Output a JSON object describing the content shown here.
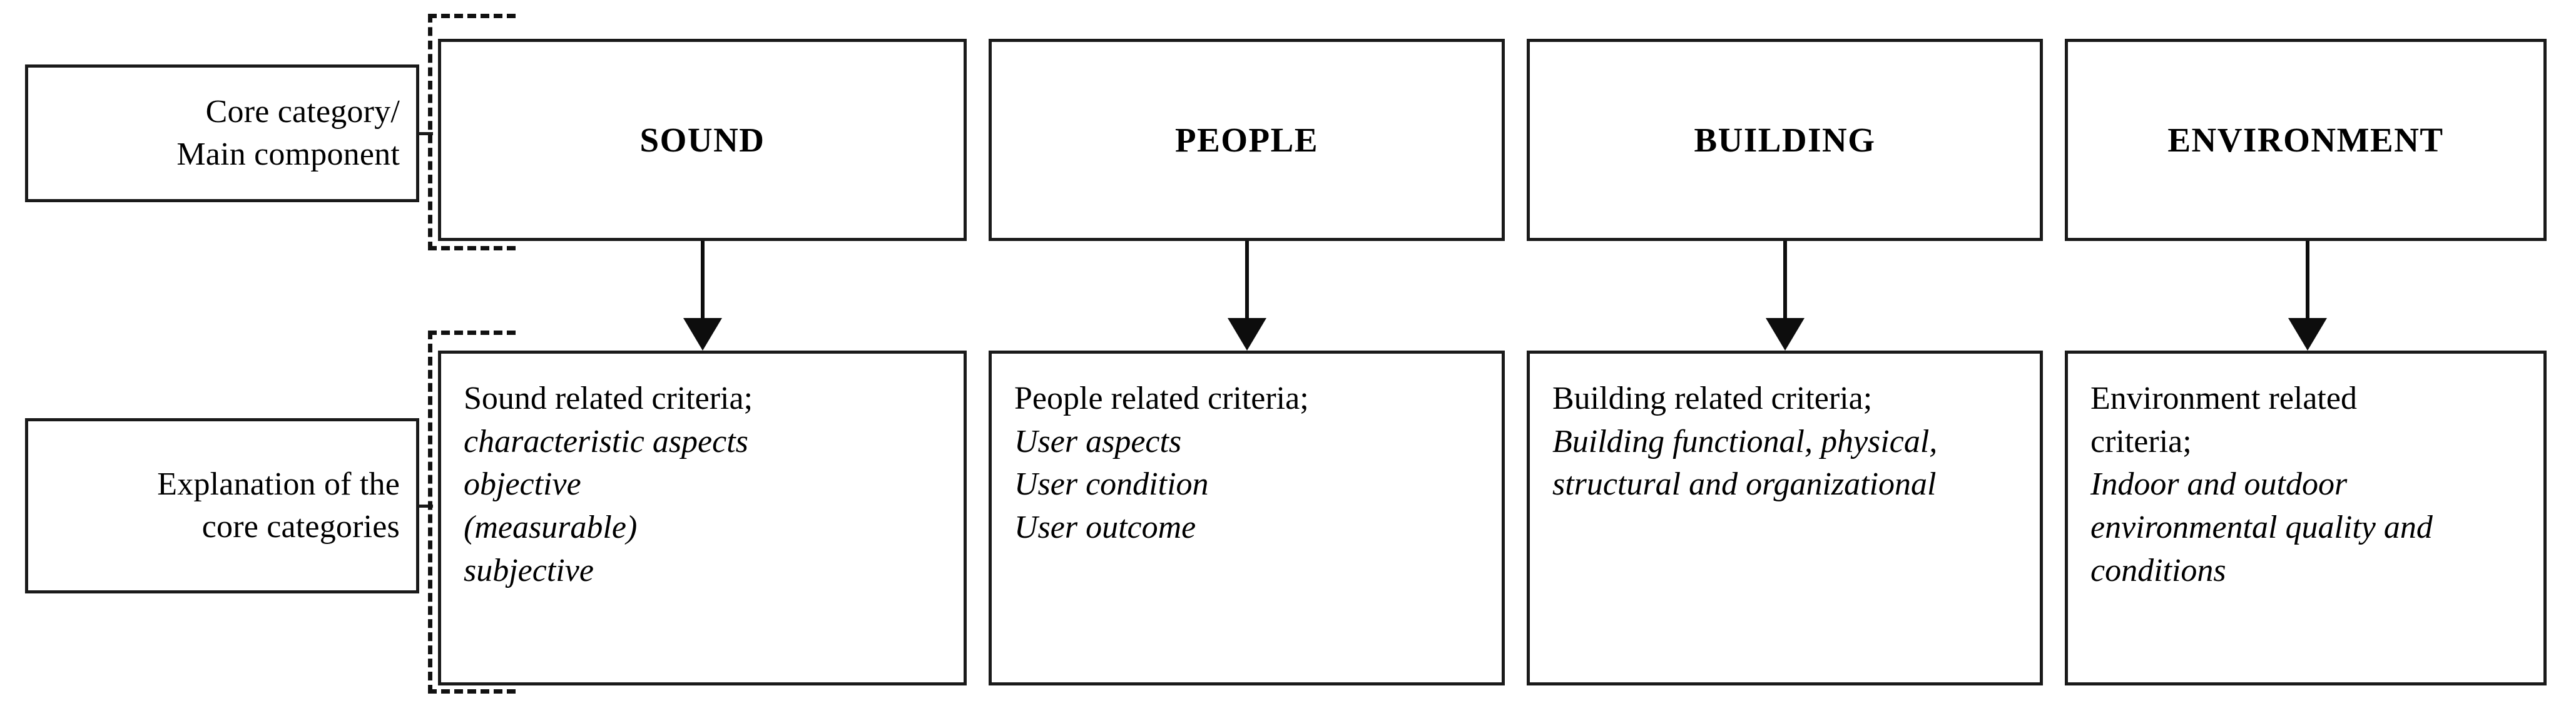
{
  "diagram": {
    "row_labels": [
      {
        "id": "core-category",
        "text": "Core category/\nMain component"
      },
      {
        "id": "explanation",
        "text": "Explanation of the\ncore categories"
      }
    ],
    "columns": [
      {
        "id": "sound",
        "title": "SOUND",
        "lead": "Sound related criteria;",
        "italic_lines": [
          "characteristic aspects",
          "objective",
          "(measurable)",
          "subjective"
        ]
      },
      {
        "id": "people",
        "title": "PEOPLE",
        "lead": "People related criteria;",
        "italic_lines": [
          "User aspects",
          "User condition",
          "User outcome"
        ]
      },
      {
        "id": "building",
        "title": "BUILDING",
        "lead": "Building related criteria;",
        "italic_lines": [
          "Building functional, physical, structural and organizational"
        ]
      },
      {
        "id": "environment",
        "title": "ENVIRONMENT",
        "lead": "Environment related criteria;",
        "italic_lines": [
          "Indoor and outdoor environmental quality and conditions"
        ]
      }
    ],
    "colors": {
      "line": "#1a1a1a",
      "dashed_line": "#111111",
      "arrow": "#0d0d0d",
      "background": "#ffffff",
      "text": "#000000"
    }
  }
}
